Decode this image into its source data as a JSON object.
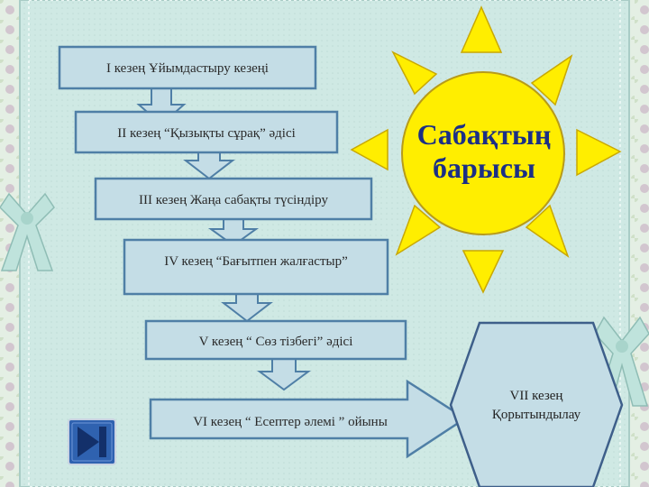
{
  "title": "Сабақтың барысы",
  "title_lines": [
    "Сабақтың",
    "барысы"
  ],
  "steps": [
    "І кезең Ұйымдастыру кезеңі",
    "ІІ кезең  “Қызықты сұрақ” әдісі",
    "ІІІ кезең  Жаңа сабақты түсіндіру",
    "ІV кезең “Бағытпен жалғастыр”",
    "V кезең “ Сөз тізбегі” әдісі",
    "VІ кезең “ Есептер әлемі ” ойыны"
  ],
  "final_step": [
    "VІІ кезең",
    "Қорытындылау"
  ],
  "nav_icon": "skip-end-icon",
  "colors": {
    "background": "#d9ece6",
    "frame": "#b4d9d2",
    "box_fill": "#c4dde6",
    "box_stroke": "#4f7fa6",
    "arrow_fill": "#c4dde6",
    "sun": "#ffee00",
    "sun_stroke": "#c9a800",
    "title": "#1b2f86",
    "nav_button": "#2f62b0"
  }
}
